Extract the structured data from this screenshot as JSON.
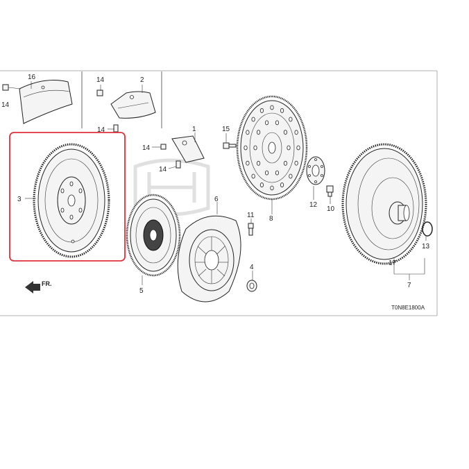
{
  "diagram": {
    "drawing_code": "T0N8E1800A",
    "direction_label": "FR.",
    "highlight_color": "#e0303c",
    "callouts": {
      "c16": "16",
      "c14a": "14",
      "c14b": "14",
      "c2": "2",
      "c14c": "14",
      "c1": "1",
      "c14d": "14",
      "c14e": "14",
      "c15": "15",
      "c3": "3",
      "c6": "6",
      "c5": "5",
      "c11": "11",
      "c4": "4",
      "c8": "8",
      "c12": "12",
      "c10": "10",
      "c13": "13",
      "c17": "17",
      "c7": "7"
    }
  }
}
